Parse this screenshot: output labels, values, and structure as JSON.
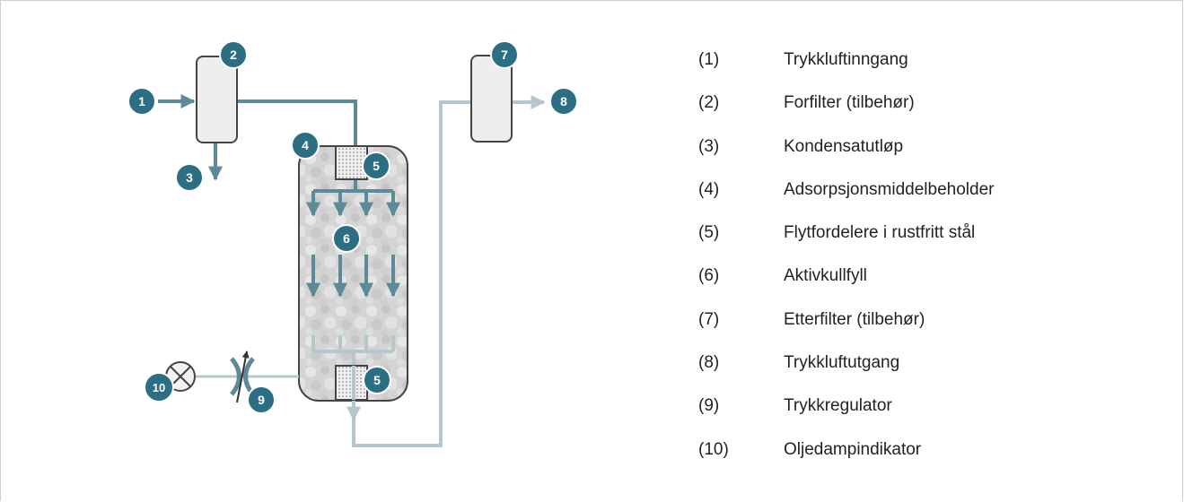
{
  "colors": {
    "inlet_pipe": "#5d8a98",
    "outlet_pipe": "#b5c7cc",
    "marker": "#2c6e83",
    "vessel_stroke": "#444444",
    "filter_fill": "#eeeeee"
  },
  "markers": [
    "1",
    "2",
    "3",
    "4",
    "5",
    "5",
    "6",
    "7",
    "8",
    "9",
    "10"
  ],
  "legend": [
    {
      "num": "(1)",
      "label": "Trykkluftinngang"
    },
    {
      "num": "(2)",
      "label": "Forfilter (tilbehør)"
    },
    {
      "num": "(3)",
      "label": "Kondensatutløp"
    },
    {
      "num": "(4)",
      "label": "Adsorpsjonsmiddelbeholder"
    },
    {
      "num": "(5)",
      "label": "Flytfordelere i rustfritt stål"
    },
    {
      "num": "(6)",
      "label": "Aktivkullfyll"
    },
    {
      "num": "(7)",
      "label": "Etterfilter (tilbehør)"
    },
    {
      "num": "(8)",
      "label": "Trykkluftutgang"
    },
    {
      "num": "(9)",
      "label": "Trykkregulator"
    },
    {
      "num": "(10)",
      "label": "Oljedampindikator"
    }
  ]
}
